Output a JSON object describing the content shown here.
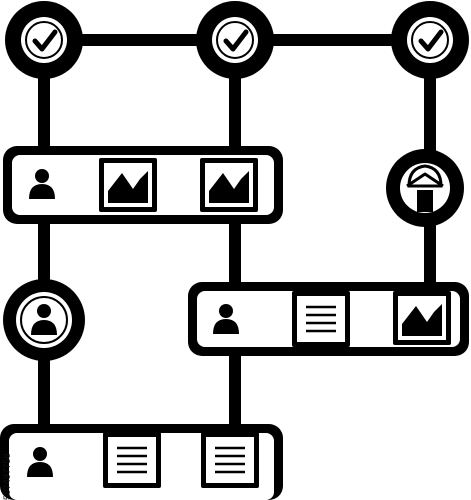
{
  "diagram": {
    "stock_id": "507497758",
    "palette": {
      "ink": "#000000",
      "paper": "#ffffff"
    },
    "nodes": [
      {
        "id": "check-1",
        "icon": "checkmark-icon"
      },
      {
        "id": "check-2",
        "icon": "checkmark-icon"
      },
      {
        "id": "check-3",
        "icon": "checkmark-icon"
      },
      {
        "id": "home",
        "icon": "house-icon"
      },
      {
        "id": "user",
        "icon": "user-icon"
      }
    ],
    "cards": [
      {
        "id": "card-1",
        "items": [
          "user-icon",
          "image-icon",
          "image-icon"
        ]
      },
      {
        "id": "card-2",
        "items": [
          "user-icon",
          "document-icon",
          "image-icon"
        ]
      },
      {
        "id": "card-3",
        "items": [
          "user-icon",
          "document-icon",
          "document-icon"
        ]
      }
    ]
  }
}
